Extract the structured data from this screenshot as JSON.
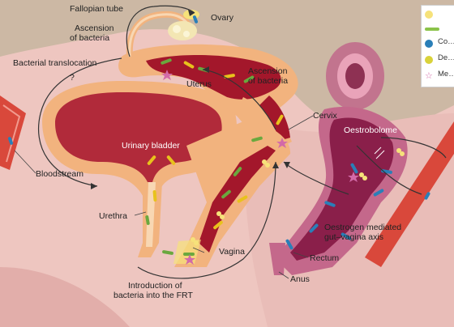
{
  "labels": {
    "fallopian_tube": "Fallopian tube",
    "ovary": "Ovary",
    "ascension_left_1": "Ascension",
    "ascension_left_2": "of bacteria",
    "bacterial_translocation": "Bacterial translocation",
    "question": "?",
    "uterus": "Uterus",
    "ascension_right_1": "Ascension",
    "ascension_right_2": "of bacteria",
    "cervix": "Cervix",
    "urinary_bladder": "Urinary bladder",
    "bloodstream": "Bloodstream",
    "urethra": "Urethra",
    "vagina": "Vagina",
    "introduction_1": "Introduction of",
    "introduction_2": "bacteria into the FRT",
    "oestrobolome": "Oestrobolome",
    "oestrogen_1": "Oestrogen mediated",
    "oestrogen_2": "gut–vagina axis",
    "rectum": "Rectum",
    "anus": "Anus"
  },
  "legend": [
    {
      "icon": "oestrogen-dot-icon",
      "color": "#f6e27a",
      "text": ""
    },
    {
      "icon": "bacteria-rod-icon",
      "color": "#8bc34a",
      "text": ""
    },
    {
      "icon": "conjugated-oestrogen-icon",
      "color": "#2a7fb8",
      "text": "Co… oe…"
    },
    {
      "icon": "deconjugated-oestrogen-icon",
      "color": "#d9d23a",
      "text": "De… oe…"
    },
    {
      "icon": "metabolite-star-icon",
      "color": "#d36aa8",
      "text": "Me…"
    }
  ],
  "colors": {
    "skin": "#eab8b3",
    "peritoneum": "#e9c3be",
    "tissue": "#f2b37e",
    "tissue_inner": "#f7d3a9",
    "lumen": "#a3172b",
    "bladder": "#b12a3a",
    "rectum": "#8a1f4a",
    "abdomen": "#c9b6a0",
    "vessel": "#d9483b",
    "bacteria_green": "#6aa83e",
    "bacteria_yellow": "#e8c21c",
    "bacteria_blue": "#2a7fb8"
  }
}
